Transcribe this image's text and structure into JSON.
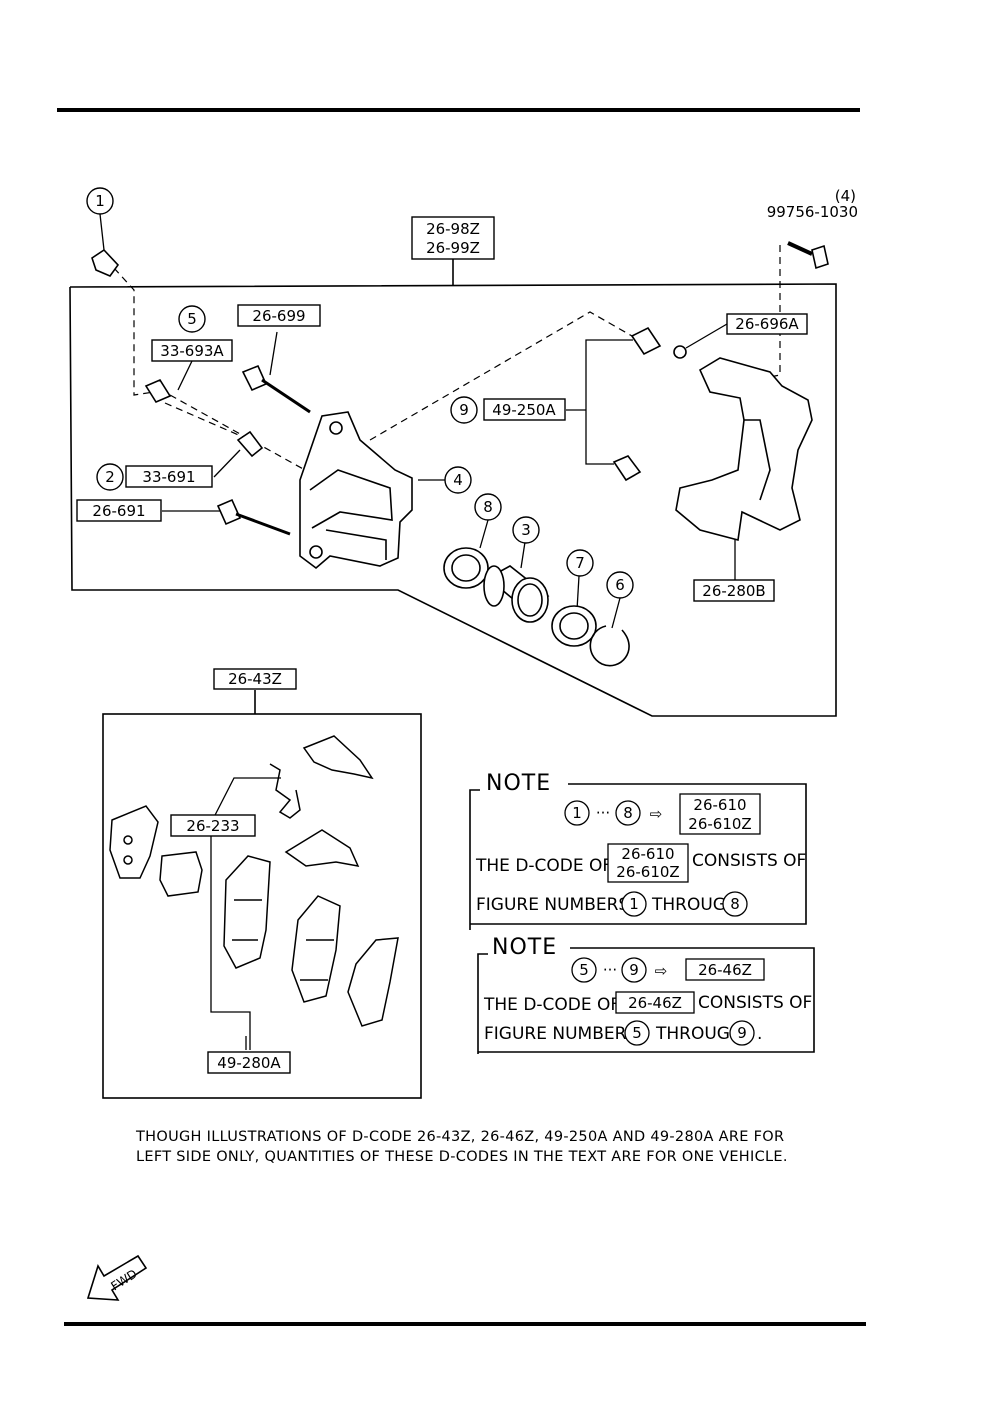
{
  "assembly": {
    "caliper_codes": [
      "26-98Z",
      "26-99Z"
    ],
    "bolt_qty": "(4)",
    "bolt_code": "99756-1030"
  },
  "parts": {
    "p26_699": "26-699",
    "p33_693A": "33-693A",
    "p33_691": "33-691",
    "p26_691": "26-691",
    "p26_696A": "26-696A",
    "p49_250A": "49-250A",
    "p26_280B": "26-280B",
    "p26_43Z": "26-43Z",
    "p26_233": "26-233",
    "p49_280A": "49-280A"
  },
  "figure_numbers": [
    "1",
    "2",
    "3",
    "4",
    "5",
    "6",
    "7",
    "8",
    "9"
  ],
  "note1": {
    "title": "NOTE",
    "from": "1",
    "to": "8",
    "dots": "···",
    "arrow": "⇨",
    "codes": [
      "26-610",
      "26-610Z"
    ],
    "line1_pre": "THE D-CODE OF",
    "line1_post": "CONSISTS OF",
    "line2_pre": "FIGURE NUMBERS",
    "line2_mid": "THROUGH"
  },
  "note2": {
    "title": "NOTE",
    "from": "5",
    "to": "9",
    "dots": "···",
    "arrow": "⇨",
    "code": "26-46Z",
    "line1_pre": "THE D-CODE OF",
    "line1_post": "CONSISTS OF",
    "line2_pre": "FIGURE NUMBERS",
    "line2_mid": "THROUGH",
    "line2_end": "."
  },
  "footnote": {
    "line1": "THOUGH ILLUSTRATIONS OF D-CODE 26-43Z, 26-46Z, 49-250A AND 49-280A ARE FOR",
    "line2": "LEFT SIDE ONLY, QUANTITIES OF THESE D-CODES IN THE TEXT ARE FOR ONE VEHICLE."
  },
  "direction": {
    "label": "FWD"
  }
}
